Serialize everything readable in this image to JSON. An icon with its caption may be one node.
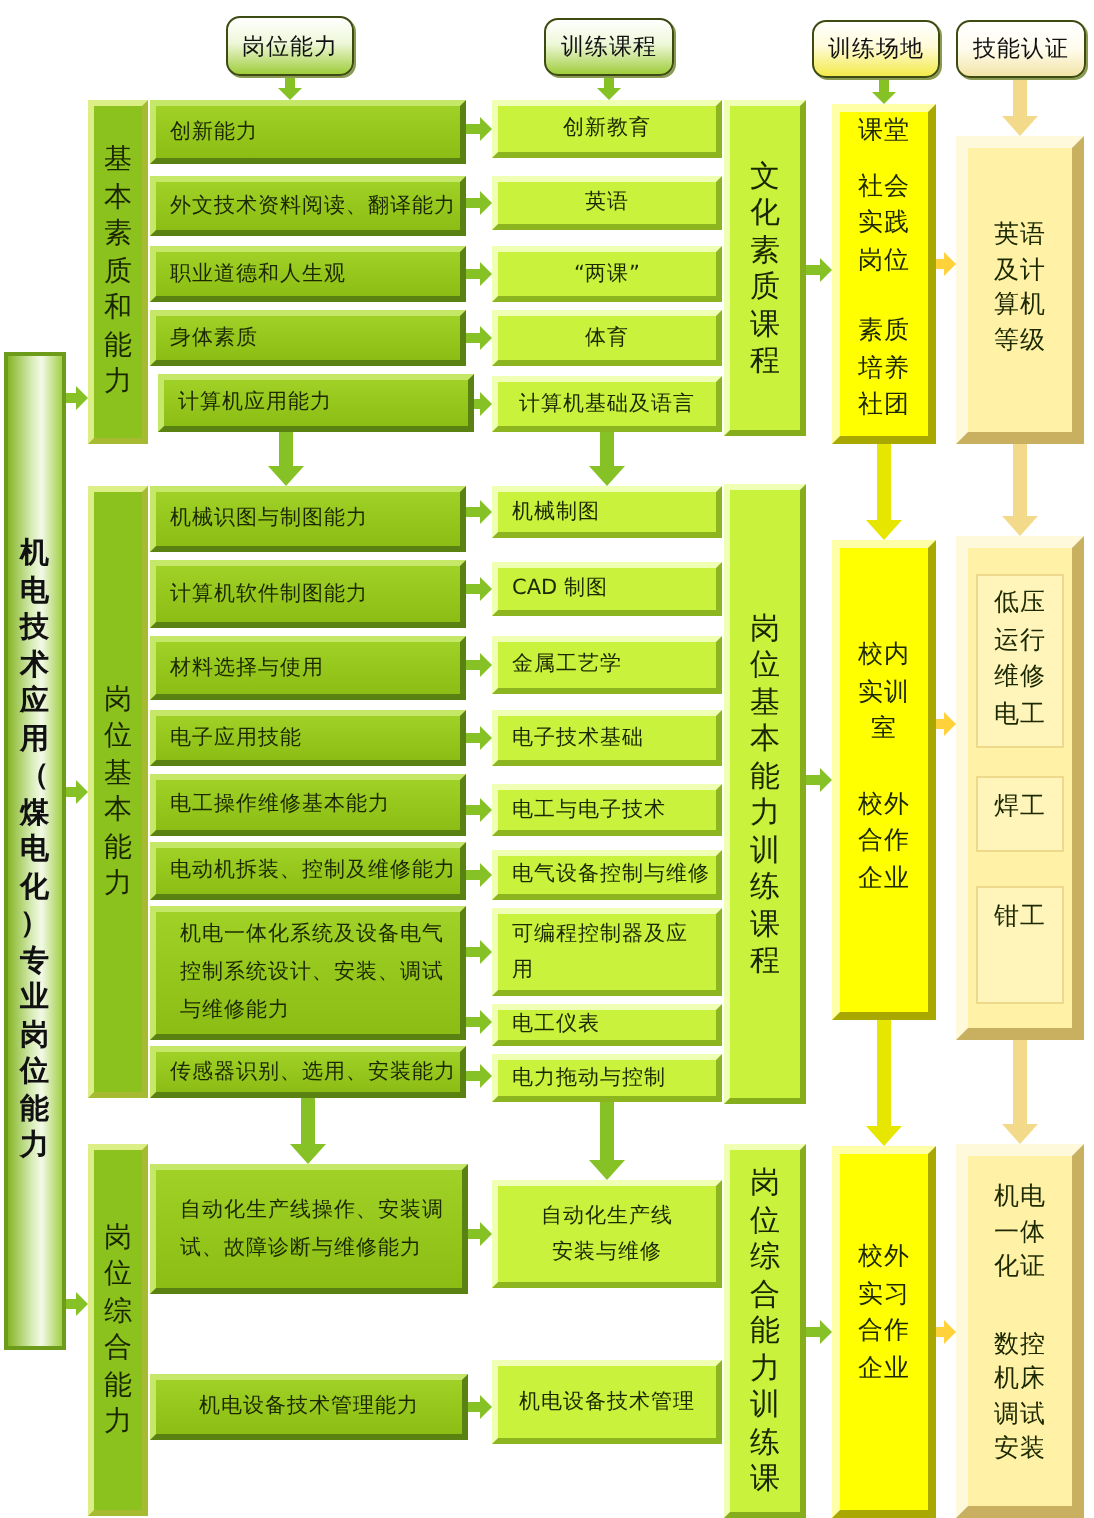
{
  "diagram": {
    "nodes": [
      {
        "text": [
          "岗位能力"
        ]
      },
      {
        "text": [
          "训练课程"
        ]
      },
      {
        "text": [
          "训练场地"
        ]
      },
      {
        "text": [
          "技能认证"
        ]
      },
      {
        "text": [
          "机电技术应用（煤电化）专业岗位能力"
        ]
      },
      {
        "text": [
          "基本素质和能力"
        ]
      },
      {
        "text": [
          "创新能力"
        ]
      },
      {
        "text": [
          "外文技术资料阅读、翻译能力"
        ]
      },
      {
        "text": [
          "职业道德和人生观"
        ]
      },
      {
        "text": [
          "身体素质"
        ]
      },
      {
        "text": [
          "计算机应用能力"
        ]
      },
      {
        "text": [
          "创新教育"
        ]
      },
      {
        "text": [
          "英语"
        ]
      },
      {
        "text": [
          "“两课”"
        ]
      },
      {
        "text": [
          "体育"
        ]
      },
      {
        "text": [
          "计算机基础及语言"
        ]
      },
      {
        "text": [
          "文化素质课程"
        ]
      },
      {
        "text": [
          "课堂",
          "社会实践岗位",
          "素质培养社团"
        ]
      },
      {
        "text": [
          "英语及计算机等级"
        ]
      },
      {
        "text": [
          "岗位基本能力"
        ]
      },
      {
        "text": [
          "机械识图与制图能力"
        ]
      },
      {
        "text": [
          "计算机软件制图能力"
        ]
      },
      {
        "text": [
          "材料选择与使用"
        ]
      },
      {
        "text": [
          "电子应用技能"
        ]
      },
      {
        "text": [
          "电工操作维修基本能力"
        ]
      },
      {
        "text": [
          "电动机拆装、控制及维修能力"
        ]
      },
      {
        "text": [
          "机电一体化系统及设备电气控制系统设计、安装、调试与维修能力"
        ]
      },
      {
        "text": [
          "传感器识别、选用、安装能力"
        ]
      },
      {
        "text": [
          "机械制图"
        ]
      },
      {
        "text": [
          "CAD 制图"
        ]
      },
      {
        "text": [
          "金属工艺学"
        ]
      },
      {
        "text": [
          "电子技术基础"
        ]
      },
      {
        "text": [
          "电工与电子技术"
        ]
      },
      {
        "text": [
          "电气设备控制与维修"
        ]
      },
      {
        "text": [
          "可编程控制器及应用"
        ]
      },
      {
        "text": [
          "电工仪表"
        ]
      },
      {
        "text": [
          "电力拖动与控制"
        ]
      },
      {
        "text": [
          "岗位基本能力训练课程"
        ]
      },
      {
        "text": [
          "校内实训室",
          "校外合作企业"
        ]
      },
      {
        "text": [],
        "shape": "box"
      },
      {
        "text": [
          "低压运行维修电工"
        ],
        "in": 39
      },
      {
        "text": [
          "焊工"
        ],
        "in": 39
      },
      {
        "text": [
          "钳工"
        ],
        "in": 39
      },
      {
        "text": [
          "岗位综合能力"
        ]
      },
      {
        "text": [
          "自动化生产线操作、安装调试、故障诊断与维修能力"
        ]
      },
      {
        "text": [
          "机电设备技术管理能力"
        ]
      },
      {
        "text": [
          "自动化生产线安装与维修"
        ]
      },
      {
        "text": [
          "机电设备技术管理"
        ]
      },
      {
        "text": [
          "岗位综合能力训练课"
        ]
      },
      {
        "text": [
          "校外实习合作企业"
        ]
      },
      {
        "text": [
          "机电一体化证",
          "数控机床调试安装"
        ]
      }
    ],
    "edges": [
      {
        "from": 0,
        "to": 6,
        "arrow": "to"
      },
      {
        "from": 1,
        "to": 11,
        "arrow": "to"
      },
      {
        "from": 2,
        "to": 17,
        "arrow": "to"
      },
      {
        "from": 3,
        "to": 18,
        "arrow": "to",
        "color": "#f3d98a"
      },
      {
        "from": 4,
        "to": 5,
        "arrow": "to"
      },
      {
        "from": 4,
        "to": 19,
        "arrow": "to"
      },
      {
        "from": 4,
        "to": 43,
        "arrow": "to"
      },
      {
        "from": 6,
        "to": 11,
        "arrow": "to"
      },
      {
        "from": 7,
        "to": 12,
        "arrow": "to"
      },
      {
        "from": 8,
        "to": 13,
        "arrow": "to"
      },
      {
        "from": 9,
        "to": 14,
        "arrow": "to"
      },
      {
        "from": 10,
        "to": 15,
        "arrow": "to"
      },
      {
        "from": 16,
        "to": 17,
        "arrow": "to"
      },
      {
        "from": 17,
        "to": 18,
        "arrow": "to",
        "color": "#ffd23c"
      },
      {
        "from": 10,
        "to": 20,
        "arrow": "to"
      },
      {
        "from": 15,
        "to": 28,
        "arrow": "to"
      },
      {
        "from": 17,
        "to": 38,
        "arrow": "to",
        "color": "#e6e600"
      },
      {
        "from": 18,
        "to": 39,
        "arrow": "to",
        "color": "#f3d98a"
      },
      {
        "from": 20,
        "to": 28,
        "arrow": "to"
      },
      {
        "from": 21,
        "to": 29,
        "arrow": "to"
      },
      {
        "from": 22,
        "to": 30,
        "arrow": "to"
      },
      {
        "from": 23,
        "to": 31,
        "arrow": "to"
      },
      {
        "from": 24,
        "to": 32,
        "arrow": "to"
      },
      {
        "from": 25,
        "to": 33,
        "arrow": "to"
      },
      {
        "from": 26,
        "to": 34,
        "arrow": "to"
      },
      {
        "from": 26,
        "to": 35,
        "arrow": "to"
      },
      {
        "from": 27,
        "to": 36,
        "arrow": "to"
      },
      {
        "from": 37,
        "to": 38,
        "arrow": "to"
      },
      {
        "from": 38,
        "to": 39,
        "arrow": "to",
        "color": "#ffd23c"
      },
      {
        "from": 27,
        "to": 44,
        "arrow": "to"
      },
      {
        "from": 36,
        "to": 46,
        "arrow": "to"
      },
      {
        "from": 38,
        "to": 49,
        "arrow": "to",
        "color": "#e6e600"
      },
      {
        "from": 39,
        "to": 50,
        "arrow": "to",
        "color": "#f3d98a"
      },
      {
        "from": 44,
        "to": 46,
        "arrow": "to"
      },
      {
        "from": 45,
        "to": 47,
        "arrow": "to"
      },
      {
        "from": 48,
        "to": 49,
        "arrow": "to"
      },
      {
        "from": 49,
        "to": 50,
        "arrow": "to",
        "color": "#ffd23c"
      }
    ]
  }
}
